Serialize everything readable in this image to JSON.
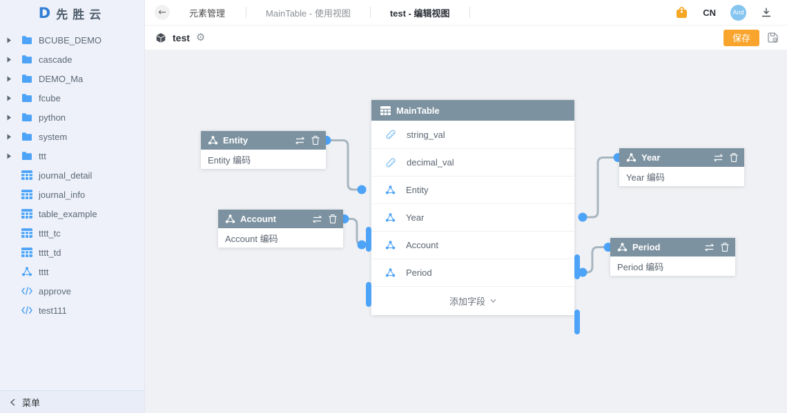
{
  "brand": {
    "logo_letter": "D",
    "logo_text": "先胜云"
  },
  "sidebar": {
    "items": [
      {
        "label": "BCUBE_DEMO",
        "type": "folder"
      },
      {
        "label": "cascade",
        "type": "folder"
      },
      {
        "label": "DEMO_Ma",
        "type": "folder"
      },
      {
        "label": "fcube",
        "type": "folder"
      },
      {
        "label": "python",
        "type": "folder"
      },
      {
        "label": "system",
        "type": "folder"
      },
      {
        "label": "ttt",
        "type": "folder"
      },
      {
        "label": "journal_detail",
        "type": "table"
      },
      {
        "label": "journal_info",
        "type": "table"
      },
      {
        "label": "table_example",
        "type": "table"
      },
      {
        "label": "tttt_tc",
        "type": "table"
      },
      {
        "label": "tttt_td",
        "type": "table"
      },
      {
        "label": "tttt",
        "type": "dimension"
      },
      {
        "label": "approve",
        "type": "code"
      },
      {
        "label": "test111",
        "type": "code"
      }
    ],
    "menu_label": "菜单"
  },
  "topbar": {
    "title": "元素管理",
    "tabs": [
      {
        "label": "MainTable - 使用视图",
        "active": false
      },
      {
        "label": "test - 编辑视图",
        "active": true
      }
    ],
    "lang": "CN",
    "avatar": "And"
  },
  "toolbar": {
    "title": "test",
    "save_label": "保存"
  },
  "canvas": {
    "main_table": {
      "title": "MainTable",
      "fields": [
        {
          "name": "string_val",
          "type": "value"
        },
        {
          "name": "decimal_val",
          "type": "value"
        },
        {
          "name": "Entity",
          "type": "dimension"
        },
        {
          "name": "Year",
          "type": "dimension"
        },
        {
          "name": "Account",
          "type": "dimension"
        },
        {
          "name": "Period",
          "type": "dimension"
        }
      ],
      "footer_label": "添加字段"
    },
    "dim_nodes": [
      {
        "title": "Entity",
        "field": "Entity 编码"
      },
      {
        "title": "Account",
        "field": "Account 编码"
      },
      {
        "title": "Year",
        "field": "Year 编码"
      },
      {
        "title": "Period",
        "field": "Period 编码"
      }
    ]
  },
  "colors": {
    "accent_blue": "#4da3f7",
    "node_header_gray": "#7d92a0",
    "save_orange": "#f9a42c",
    "wire_gray": "#a7b5c0",
    "sidebar_bg": "#eef1f9",
    "canvas_bg": "#f0f1f4",
    "avatar_blue": "#85c5ef",
    "bag_orange": "#f5a623"
  }
}
